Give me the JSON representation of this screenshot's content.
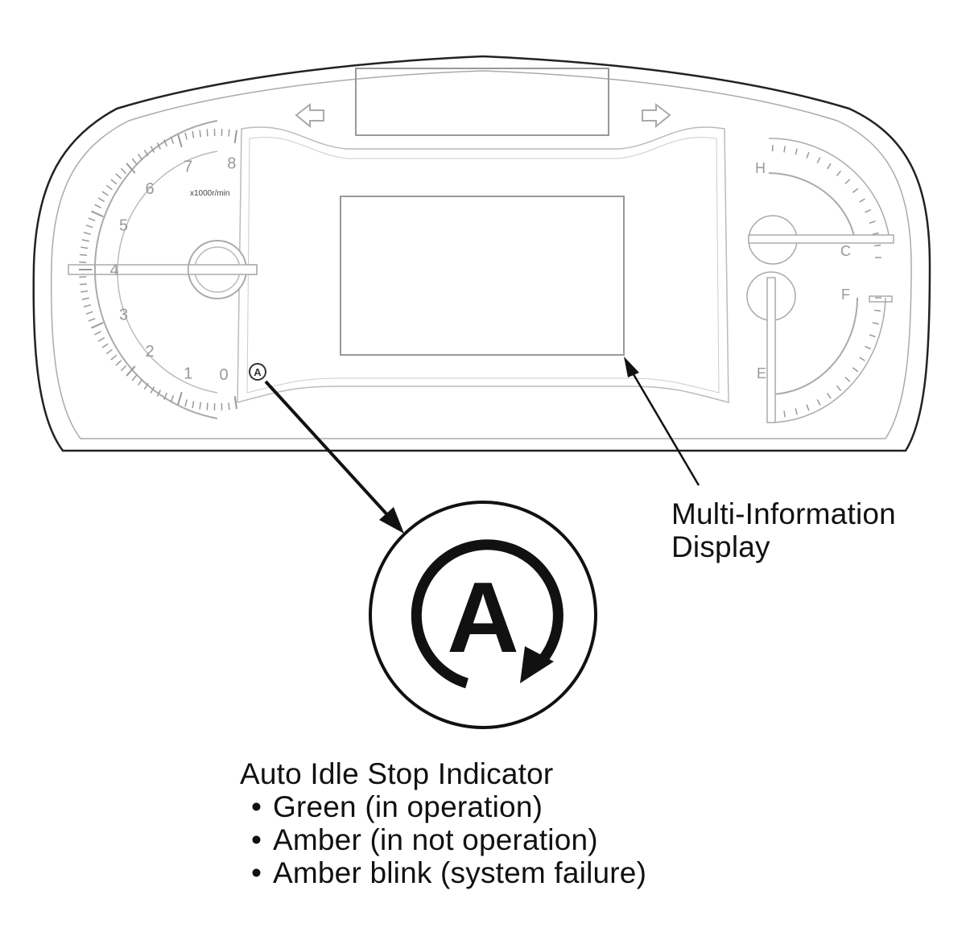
{
  "cluster": {
    "tach_numbers": [
      "0",
      "1",
      "2",
      "3",
      "4",
      "5",
      "6",
      "7",
      "8"
    ],
    "tach_unit": "x1000r/min",
    "temp_gauge": {
      "hot": "H",
      "cold": "C"
    },
    "fuel_gauge": {
      "full": "F",
      "empty": "E"
    }
  },
  "callouts": {
    "mid_label_line1": "Multi-Information",
    "mid_label_line2": "Display",
    "indicator_title": "Auto Idle Stop Indicator",
    "indicator_states": [
      "Green (in operation)",
      "Amber (in not operation)",
      "Amber blink (system failure)"
    ]
  },
  "icons": {
    "indicator_letter": "A"
  }
}
